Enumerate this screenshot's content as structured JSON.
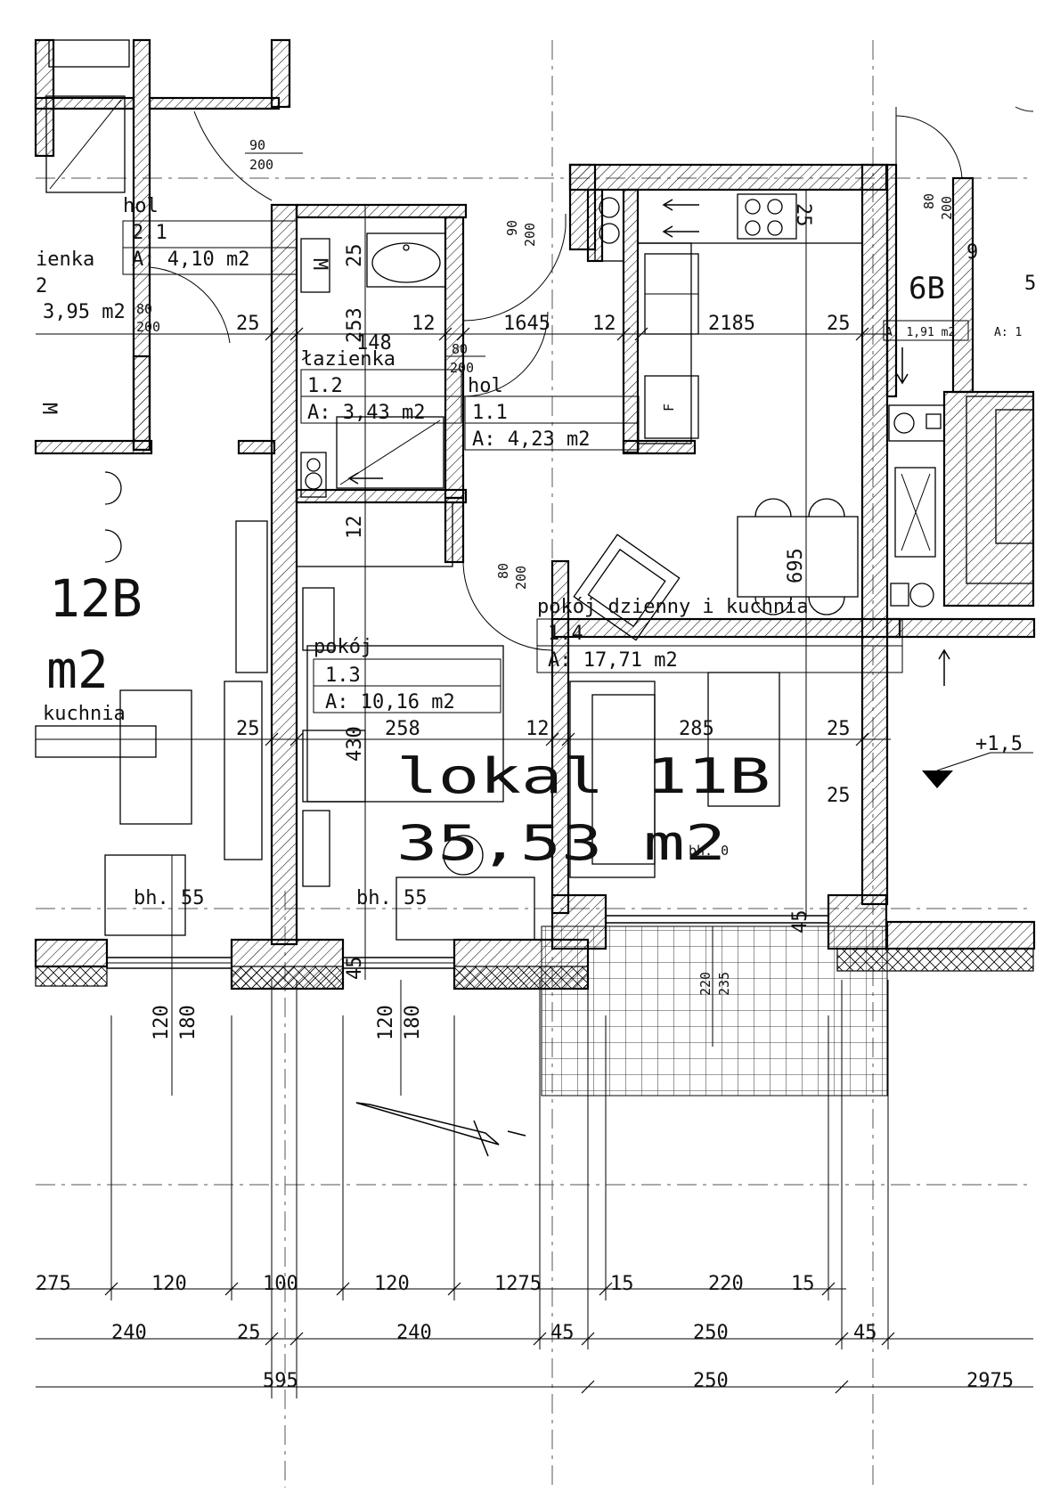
{
  "apartment": {
    "name": "lokal 11B",
    "area": "35,53 m2"
  },
  "rooms": [
    {
      "name": "hol",
      "number": "1.1",
      "area": "A: 4,23 m2"
    },
    {
      "name": "łazienka",
      "number": "1.2",
      "area": "A: 3,43 m2"
    },
    {
      "name": "pokój",
      "number": "1.3",
      "area": "A: 10,16 m2"
    },
    {
      "name": "pokój dzienny i kuchnia",
      "number": "1.4",
      "area": "A: 17,71 m2"
    }
  ],
  "neighbors": {
    "left": {
      "name": "12B",
      "area": "m2",
      "hol_name": "hol",
      "hol_number": "2.1",
      "hol_area": "A: 4,10 m2",
      "bath_name": "ienka",
      "bath_number": "2",
      "bath_area": "3,95 m2",
      "kitchen": "kuchnia"
    },
    "right": {
      "name": "6B",
      "area": "A: 1,91 m2",
      "area2": "A: 1",
      "elevation": "+1,5",
      "cut_digit": "9",
      "cut_digit2": "5"
    }
  },
  "doors": [
    {
      "width": "90",
      "height": "200"
    },
    {
      "width": "90",
      "height": "200"
    },
    {
      "width": "80",
      "height": "200"
    },
    {
      "width": "80",
      "height": "200"
    },
    {
      "width": "80",
      "height": "200"
    },
    {
      "width": "80",
      "height": "200"
    }
  ],
  "sills": {
    "left": "bh. 55",
    "center": "bh. 55",
    "balcony": "bh. 0"
  },
  "interior_dims": {
    "wall_left": "25",
    "wall_mid": "12",
    "hall_width": "1645",
    "wall_k": "12",
    "kitchen_width": "2185",
    "wall_right": "25",
    "bath_width": "148",
    "bath_height": "253",
    "bath_top": "25",
    "wall_bath": "12",
    "room_wall_left": "25",
    "room_width": "258",
    "room_wall": "12",
    "living_width": "285",
    "living_wall_right": "25",
    "living_wall_right2": "25",
    "room_height": "430",
    "living_height": "695",
    "window_offset": "45",
    "balcony_wall": "45",
    "hood": "25",
    "win_w1": "120",
    "win_h1": "180",
    "win_w2": "120",
    "win_h2": "180",
    "balcony_w": "220",
    "balcony_h": "235"
  },
  "dimension_rows": {
    "row1": [
      "275",
      "120",
      "100",
      "120",
      "1275",
      "15",
      "220",
      "15"
    ],
    "row2": [
      "240",
      "25",
      "240",
      "45",
      "250",
      "45"
    ],
    "row3": [
      "595",
      "250",
      "2975"
    ]
  },
  "colors": {
    "ink": "#000000",
    "paper": "#ffffff",
    "axis": "#555555"
  }
}
